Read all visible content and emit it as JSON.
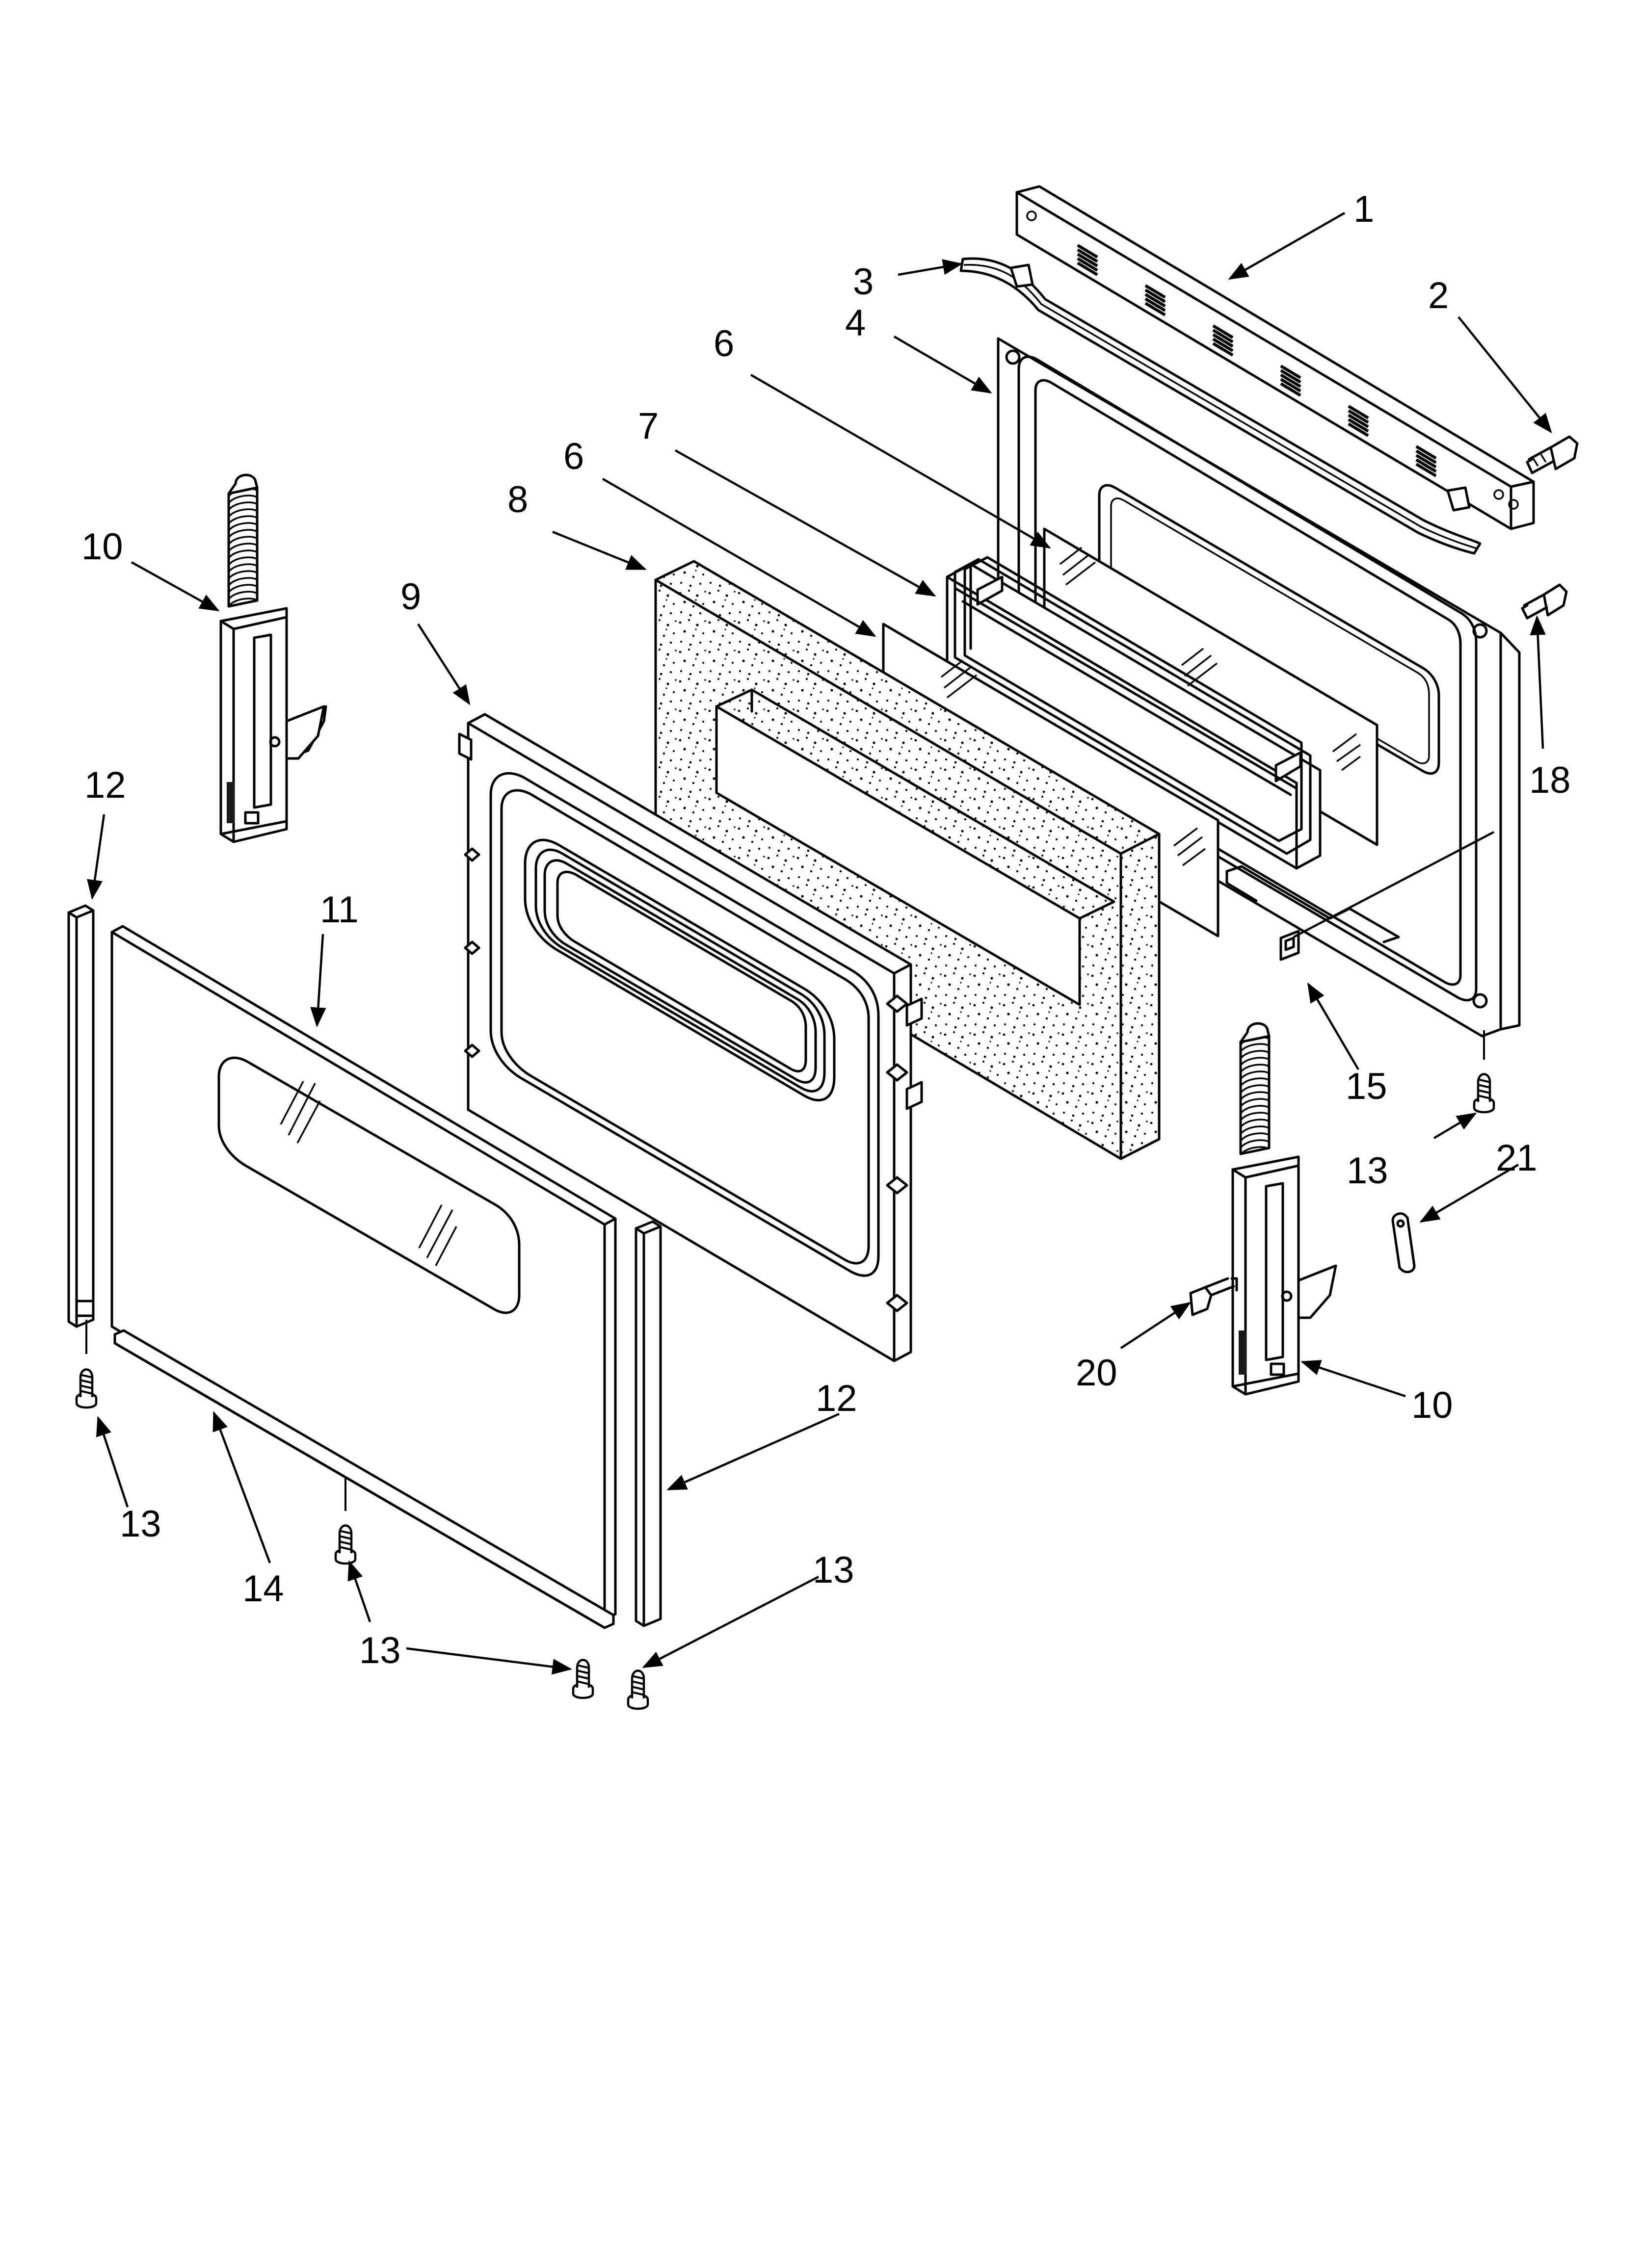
{
  "callouts": [
    {
      "key": "c1",
      "text": "1"
    },
    {
      "key": "c2",
      "text": "2"
    },
    {
      "key": "c3",
      "text": "3"
    },
    {
      "key": "c4",
      "text": "4"
    },
    {
      "key": "c6a",
      "text": "6"
    },
    {
      "key": "c7",
      "text": "7"
    },
    {
      "key": "c6b",
      "text": "6"
    },
    {
      "key": "c8",
      "text": "8"
    },
    {
      "key": "c9",
      "text": "9"
    },
    {
      "key": "c10a",
      "text": "10"
    },
    {
      "key": "c18",
      "text": "18"
    },
    {
      "key": "c12a",
      "text": "12"
    },
    {
      "key": "c11",
      "text": "11"
    },
    {
      "key": "c15",
      "text": "15"
    },
    {
      "key": "c13a",
      "text": "13"
    },
    {
      "key": "c21",
      "text": "21"
    },
    {
      "key": "c20",
      "text": "20"
    },
    {
      "key": "c10b",
      "text": "10"
    },
    {
      "key": "c12b",
      "text": "12"
    },
    {
      "key": "c13b",
      "text": "13"
    },
    {
      "key": "c14",
      "text": "14"
    },
    {
      "key": "c13c",
      "text": "13"
    },
    {
      "key": "c13d",
      "text": "13"
    }
  ],
  "colors": {
    "line": "#000000",
    "background": "#ffffff",
    "insulation_speckle": "#000000"
  }
}
